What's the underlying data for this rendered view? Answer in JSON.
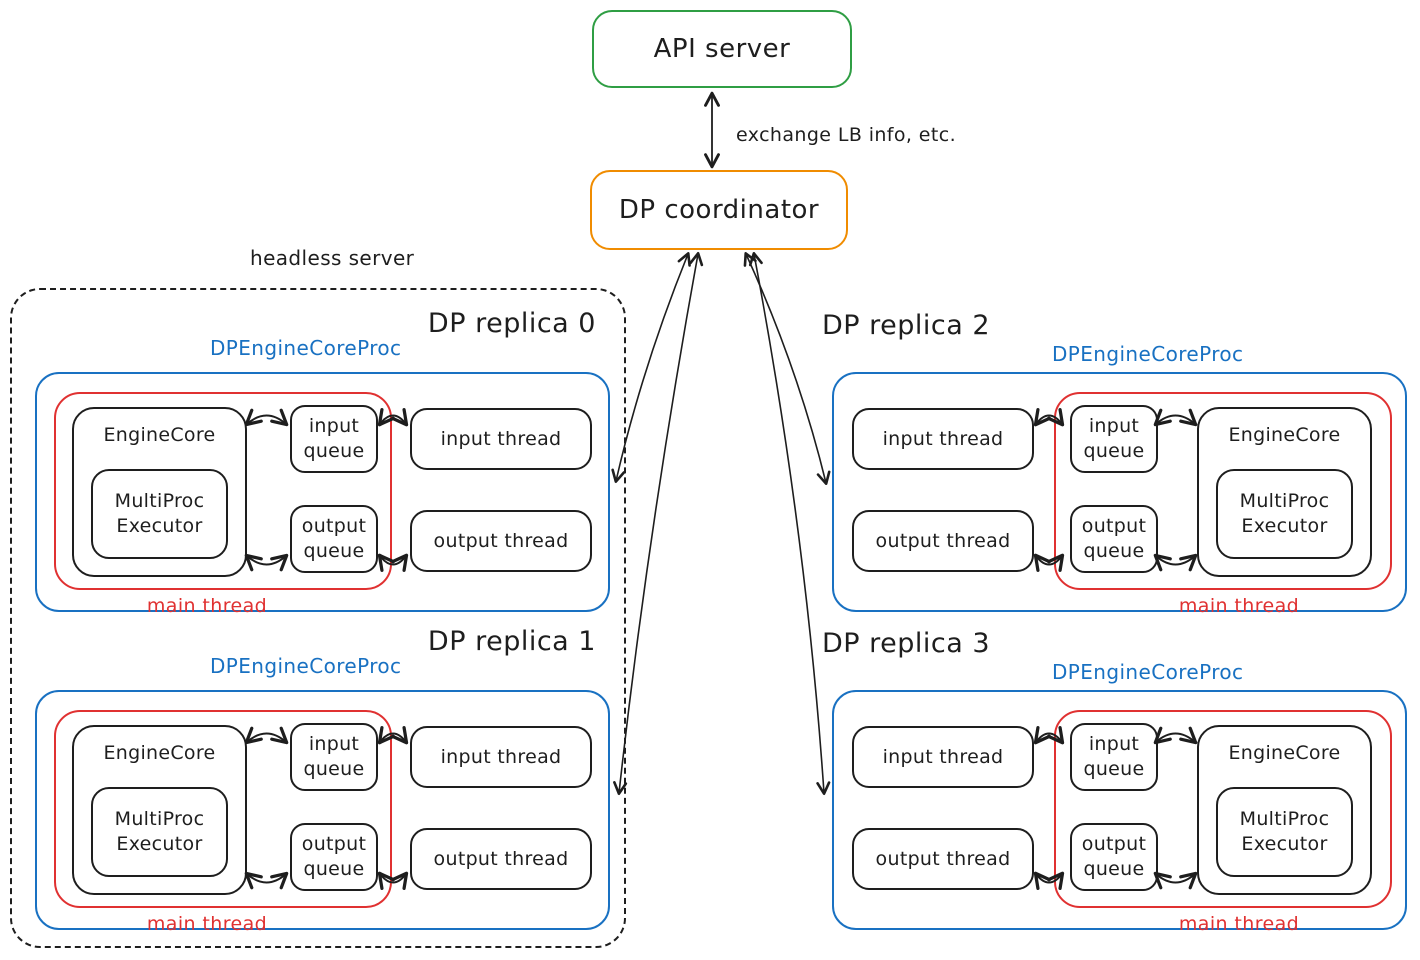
{
  "api_server": {
    "label": "API server",
    "border_color": "#2f9e44"
  },
  "coordinator": {
    "label": "DP coordinator",
    "border_color": "#f08c00"
  },
  "api_coordinator_link": {
    "label": "exchange LB info, etc.",
    "bidirectional": true
  },
  "headless_server": {
    "label": "headless server"
  },
  "colors": {
    "ink": "#1e1e1e",
    "blue": "#1971c2",
    "red": "#e03131",
    "green": "#2f9e44",
    "orange": "#f08c00",
    "background": "#ffffff"
  },
  "replicas": [
    {
      "title": "DP replica 0",
      "proc_label": "DPEngineCoreProc",
      "engine_core_label": "EngineCore",
      "executor_label": "MultiProc Executor",
      "input_queue_label": "input queue",
      "output_queue_label": "output queue",
      "input_thread_label": "input thread",
      "output_thread_label": "output thread",
      "main_thread_label": "main thread"
    },
    {
      "title": "DP replica 1",
      "proc_label": "DPEngineCoreProc",
      "engine_core_label": "EngineCore",
      "executor_label": "MultiProc Executor",
      "input_queue_label": "input queue",
      "output_queue_label": "output queue",
      "input_thread_label": "input thread",
      "output_thread_label": "output thread",
      "main_thread_label": "main thread"
    },
    {
      "title": "DP replica 2",
      "proc_label": "DPEngineCoreProc",
      "engine_core_label": "EngineCore",
      "executor_label": "MultiProc Executor",
      "input_queue_label": "input queue",
      "output_queue_label": "output queue",
      "input_thread_label": "input thread",
      "output_thread_label": "output thread",
      "main_thread_label": "main thread"
    },
    {
      "title": "DP replica 3",
      "proc_label": "DPEngineCoreProc",
      "engine_core_label": "EngineCore",
      "executor_label": "MultiProc Executor",
      "input_queue_label": "input queue",
      "output_queue_label": "output queue",
      "input_thread_label": "input thread",
      "output_thread_label": "output thread",
      "main_thread_label": "main thread"
    }
  ],
  "connections": [
    {
      "from": "API server",
      "to": "DP coordinator",
      "label": "exchange LB info, etc.",
      "bidirectional": true
    },
    {
      "from": "DP coordinator",
      "to": "DP replica 0",
      "bidirectional": true
    },
    {
      "from": "DP coordinator",
      "to": "DP replica 1",
      "bidirectional": true
    },
    {
      "from": "DP coordinator",
      "to": "DP replica 2",
      "bidirectional": true
    },
    {
      "from": "DP coordinator",
      "to": "DP replica 3",
      "bidirectional": true
    },
    {
      "from": "EngineCore",
      "to": "input queue",
      "bidirectional": true
    },
    {
      "from": "input queue",
      "to": "input thread",
      "bidirectional": true
    },
    {
      "from": "EngineCore",
      "to": "output queue",
      "bidirectional": true
    },
    {
      "from": "output queue",
      "to": "output thread",
      "bidirectional": true
    }
  ]
}
